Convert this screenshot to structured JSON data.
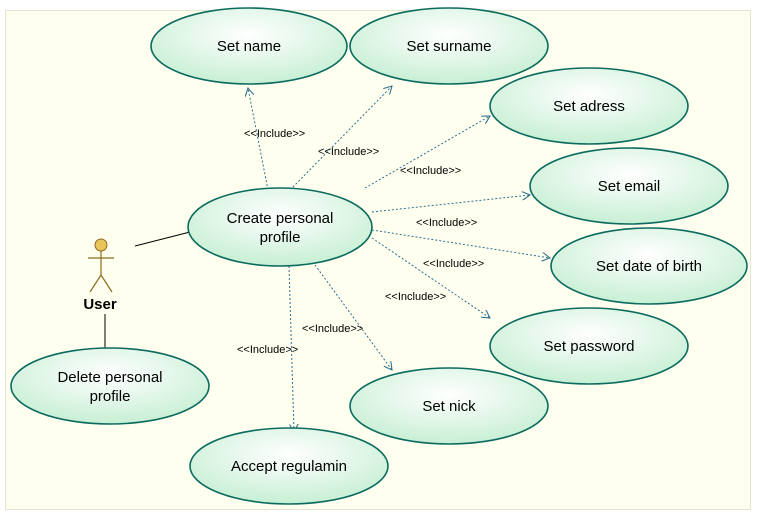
{
  "actor": {
    "name": "User"
  },
  "use_cases": {
    "create_profile": [
      "Create personal",
      "profile"
    ],
    "delete_profile": [
      "Delete personal",
      "profile"
    ],
    "set_name": "Set name",
    "set_surname": "Set surname",
    "set_address": "Set adress",
    "set_email": "Set email",
    "set_birth": "Set date of birth",
    "set_password": "Set password",
    "set_nick": "Set nick",
    "accept_regulamin": "Accept regulamin"
  },
  "include_label": "<<Include>>",
  "colors": {
    "use_case_fill_light": "#ffffff",
    "use_case_fill": "#ccf1d8",
    "use_case_border": "#0b6b5e",
    "dependency_line": "#2f6f8f",
    "actor_head": "#e8c55a",
    "background": "#fffff0"
  }
}
